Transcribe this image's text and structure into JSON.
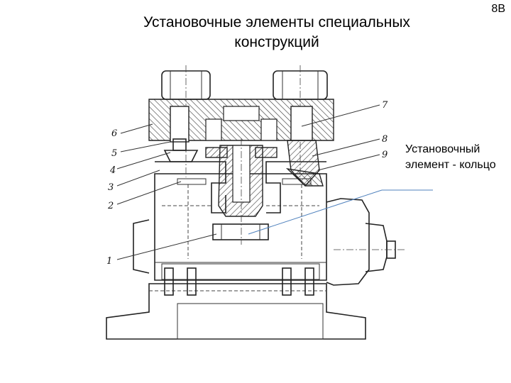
{
  "slide_number": "8В",
  "title": "Установочные элементы специальных конструкций",
  "annotation": "Установочный элемент - кольцо",
  "part_labels": [
    "1",
    "2",
    "3",
    "4",
    "5",
    "6",
    "7",
    "8",
    "9"
  ],
  "colors": {
    "annotation_line": "#4f81bd"
  }
}
